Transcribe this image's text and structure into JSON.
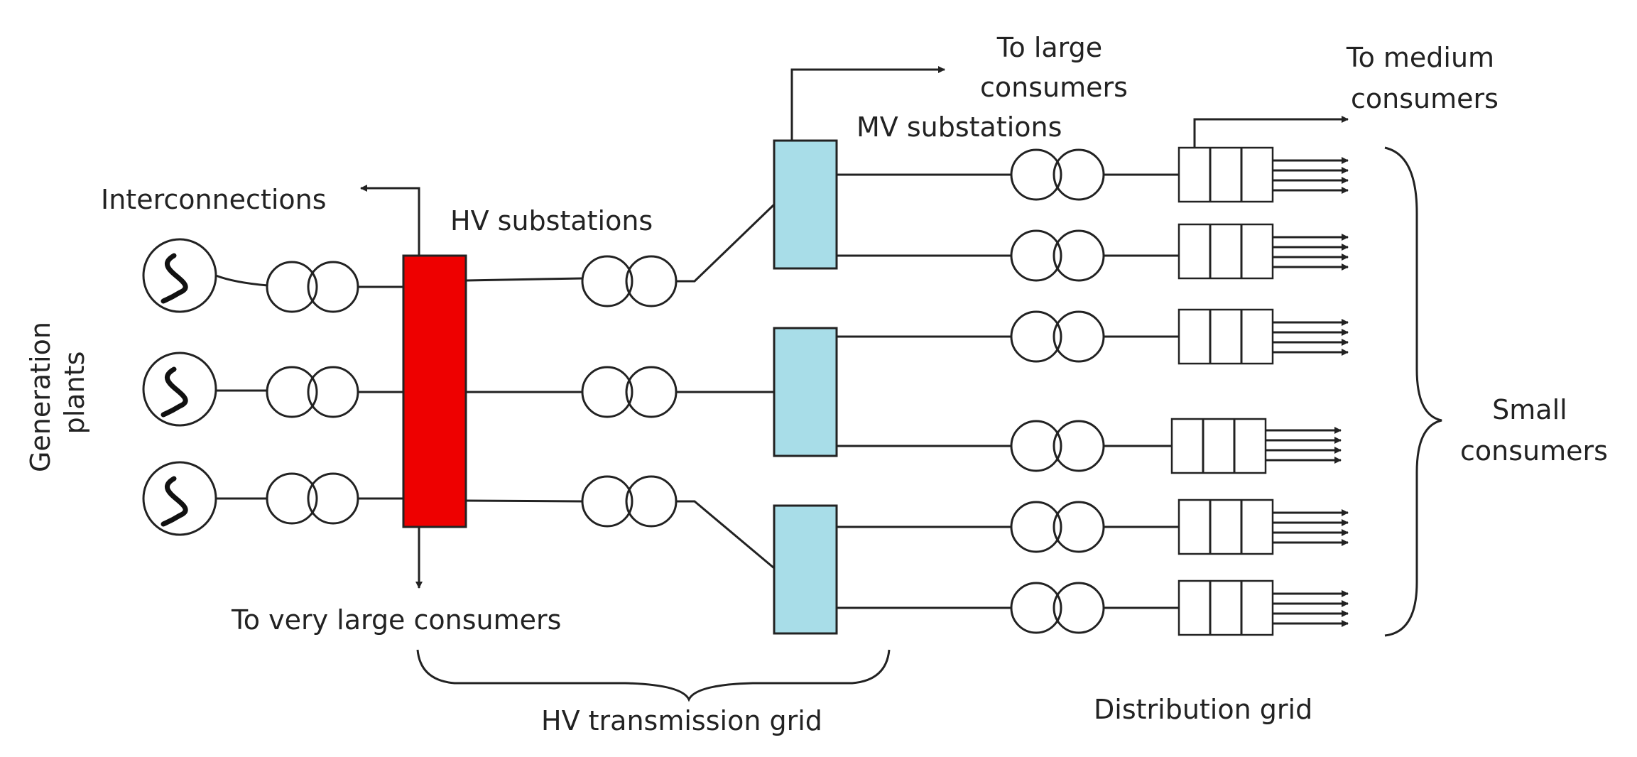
{
  "colors": {
    "hv_busbar": "#ee0000",
    "mv_substation": "#a8dde8",
    "line": "#222222",
    "background": "#ffffff"
  },
  "labels": {
    "generation_plants": [
      "Generation",
      "plants"
    ],
    "interconnections": "Interconnections",
    "hv_substations": "HV substations",
    "to_large_consumers": [
      "To large",
      "consumers"
    ],
    "mv_substations": "MV substations",
    "to_medium_consumers": [
      "To medium",
      "consumers"
    ],
    "small_consumers": [
      "Small",
      "consumers"
    ],
    "to_very_large_consumers": "To very large consumers",
    "hv_transmission_grid": "HV transmission grid",
    "distribution_grid": "Distribution grid"
  },
  "icons": {
    "generator": "generator-sine-icon",
    "transformer": "transformer-icon",
    "feeder": "distribution-feeder-icon",
    "arrow": "arrow-icon"
  },
  "counts": {
    "generators": 3,
    "mv_substations": 3,
    "distribution_feeders": 6
  }
}
